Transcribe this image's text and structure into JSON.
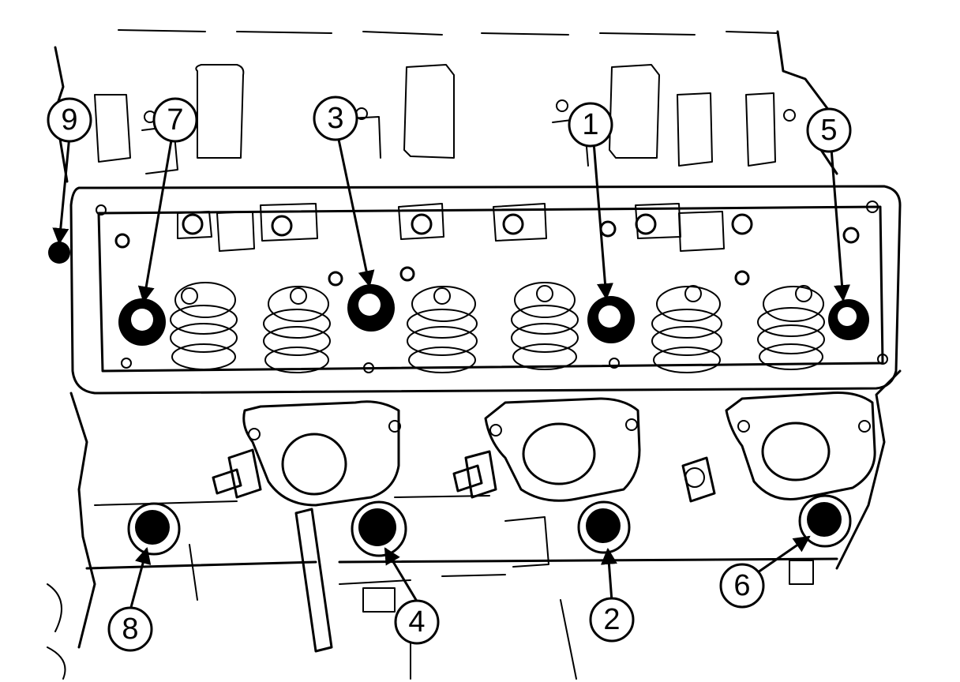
{
  "callouts": [
    {
      "label": "9"
    },
    {
      "label": "7"
    },
    {
      "label": "3"
    },
    {
      "label": "1"
    },
    {
      "label": "5"
    },
    {
      "label": "8"
    },
    {
      "label": "4"
    },
    {
      "label": "2"
    },
    {
      "label": "6"
    }
  ]
}
